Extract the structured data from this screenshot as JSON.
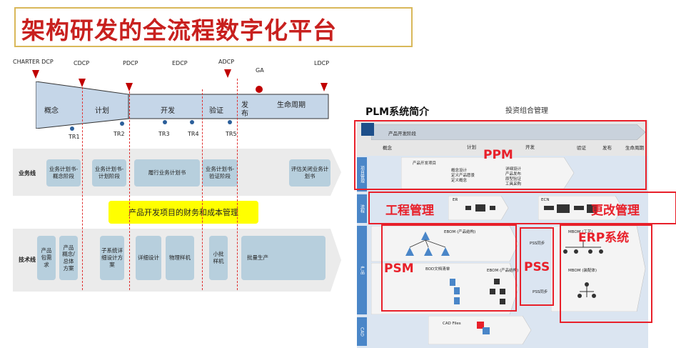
{
  "title": "架构研发的全流程数字化平台",
  "left": {
    "milestones": [
      "CHARTER DCP",
      "CDCP",
      "PDCP",
      "EDCP",
      "ADCP",
      "GA",
      "LDCP"
    ],
    "stages": [
      "概念",
      "计划",
      "开发",
      "验证",
      "发布",
      "生命周期"
    ],
    "tr": [
      "TR1",
      "TR2",
      "TR3",
      "TR4",
      "TR5"
    ],
    "business_line": {
      "label": "业务线",
      "boxes": [
        "业务计划书-概念阶段",
        "业务计划书-计划阶段",
        "履行业务计划书",
        "业务计划书-验证阶段",
        "评估关闭业务计划书"
      ]
    },
    "finance_banner": "产品开发项目的财务和成本管理",
    "tech_line": {
      "label": "技术线",
      "boxes": [
        "产品包需求",
        "产品概念/总体方案",
        "子系统详细设计方案",
        "详细设计",
        "物理样机",
        "小批样机",
        "批量生产"
      ]
    }
  },
  "right": {
    "title": "PLM系统简介",
    "portfolio": "投资组合管理",
    "phase_bar": "产品开发阶段",
    "phases": [
      "概念",
      "计划",
      "开发",
      "验证",
      "发布",
      "生命周期"
    ],
    "side_labels": [
      "项目管理",
      "流程",
      "产品",
      "CAD"
    ],
    "project_items": [
      "产品开发项目",
      "概念设计",
      "定义产品愿景",
      "定义概念",
      "详细设计",
      "产品发布",
      "原型验证",
      "工具采购"
    ],
    "er": "ER",
    "ecn": "ECN",
    "ebom": "EBOM (产品结构)",
    "bod": "BOD文档清单",
    "ebom2": "EBOM (产品结构)",
    "mbom": "MBOM (工艺)",
    "mbom2": "MBOM (装配体)",
    "pss1": "PSS同步",
    "pss2": "PSS同步",
    "cad": "CAD Files",
    "red_labels": {
      "ppm": "PPM",
      "eng": "工程管理",
      "change": "更改管理",
      "erp": "ERP系统",
      "psm": "PSM",
      "pss": "PSS"
    }
  },
  "colors": {
    "red": "#e8202a",
    "title_red": "#c8201e",
    "blue": "#4a86c8",
    "box": "#b7cfdd",
    "yellow": "#ffff00"
  }
}
